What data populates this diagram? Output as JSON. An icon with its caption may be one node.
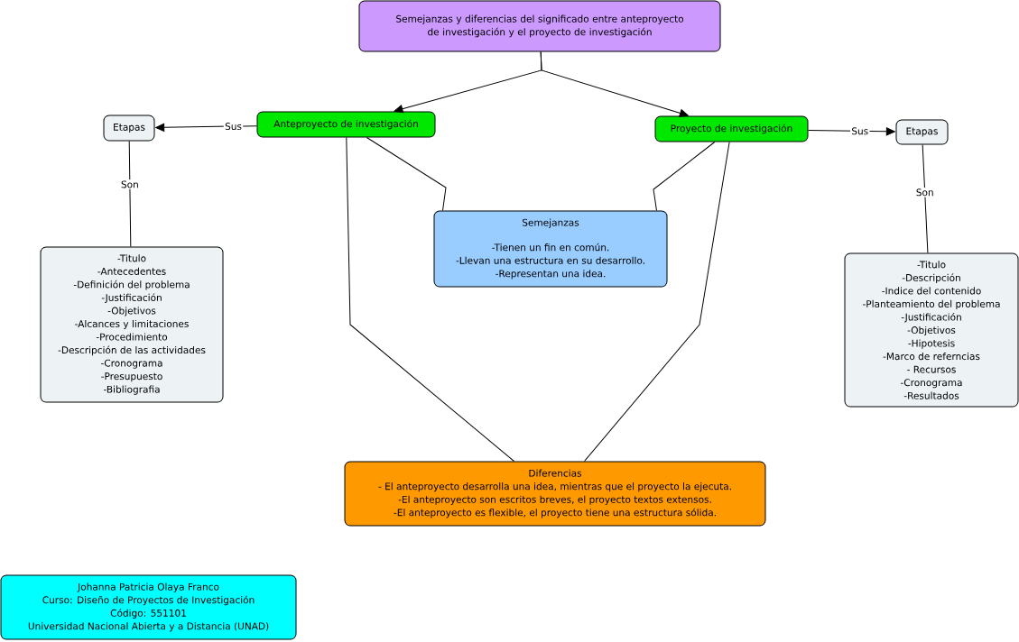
{
  "diagram": {
    "nodes": [
      {
        "text": [
          "Semejanzas y diferencias del significado entre anteproyecto de investigación y el proyecto de investigación"
        ]
      },
      {
        "text": [
          "Anteproyecto de investigación"
        ]
      },
      {
        "text": [
          "Proyecto de investigación"
        ]
      },
      {
        "text": [
          "Etapas"
        ]
      },
      {
        "text": [
          "Etapas"
        ]
      },
      {
        "text": [
          "Semejanzas",
          "-Tienen un fin en común.",
          "-Llevan una estructura en su desarrollo.",
          "-Representan una idea."
        ]
      },
      {
        "text": [
          "-Titulo",
          "-Antecedentes",
          "-Definición del problema",
          "-Justificación",
          "-Objetivos",
          "-Alcances y limitaciones",
          "-Procedimiento",
          "-Descripción de las actividades",
          "-Cronograma",
          "-Presupuesto",
          "-Bibliografia"
        ]
      },
      {
        "text": [
          "-Titulo",
          "-Descripción",
          "-Indice del contenido",
          "-Planteamiento del problema",
          "-Justificación",
          "-Objetivos",
          "-Hipotesis",
          "-Marco de referncias",
          "- Recursos",
          "-Cronograma",
          "-Resultados"
        ]
      },
      {
        "text": [
          "Diferencias",
          "- El anteproyecto desarrolla una idea, mientras que el proyecto la ejecuta.",
          "-El anteproyecto son escritos breves, el proyecto textos extensos.",
          "-El anteproyecto es flexible, el proyecto tiene una estructura sólida."
        ]
      },
      {
        "text": [
          "Johanna Patricia Olaya Franco",
          "Curso: Diseño de Proyectos de Investigación",
          "Código: 551101",
          "Universidad Nacional Abierta y a Distancia (UNAD)"
        ]
      }
    ],
    "edges": [
      {
        "from": 0,
        "to": 1,
        "arrow": "to"
      },
      {
        "from": 0,
        "to": 2,
        "arrow": "to"
      },
      {
        "from": 1,
        "to": 3,
        "arrow": "to",
        "label": "Sus"
      },
      {
        "from": 3,
        "to": 6,
        "arrow": "none",
        "label": "Son"
      },
      {
        "from": 2,
        "to": 4,
        "arrow": "to",
        "label": "Sus"
      },
      {
        "from": 4,
        "to": 7,
        "arrow": "none",
        "label": "Son"
      },
      {
        "from": 1,
        "to": 5,
        "arrow": "none"
      },
      {
        "from": 2,
        "to": 5,
        "arrow": "none"
      },
      {
        "from": 1,
        "to": 8,
        "arrow": "none"
      },
      {
        "from": 2,
        "to": 8,
        "arrow": "none"
      }
    ]
  }
}
